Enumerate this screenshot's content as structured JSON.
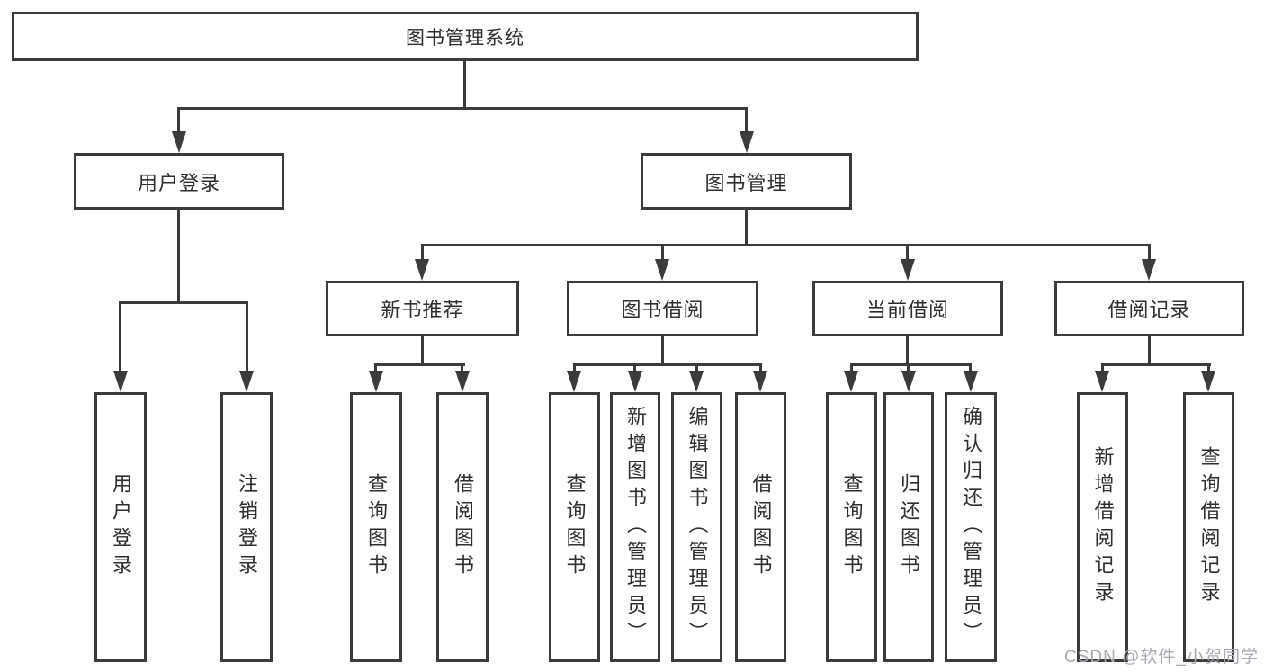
{
  "diagram": {
    "root": {
      "label": "图书管理系统"
    },
    "branches": [
      {
        "label": "用户登录",
        "children": [
          {
            "label": "用户登录"
          },
          {
            "label": "注销登录"
          }
        ]
      },
      {
        "label": "图书管理",
        "groups": [
          {
            "label": "新书推荐",
            "children": [
              {
                "label": "查询图书"
              },
              {
                "label": "借阅图书"
              }
            ]
          },
          {
            "label": "图书借阅",
            "children": [
              {
                "label": "查询图书"
              },
              {
                "label": "新增图书（管理员）"
              },
              {
                "label": "编辑图书（管理员）"
              },
              {
                "label": "借阅图书"
              }
            ]
          },
          {
            "label": "当前借阅",
            "children": [
              {
                "label": "查询图书"
              },
              {
                "label": "归还图书"
              },
              {
                "label": "确认归还（管理员）"
              }
            ]
          },
          {
            "label": "借阅记录",
            "children": [
              {
                "label": "新增借阅记录"
              },
              {
                "label": "查询借阅记录"
              }
            ]
          }
        ]
      }
    ]
  },
  "watermark": {
    "text": "CSDN @软件_小贺同学"
  },
  "colors": {
    "line": "#3b3b3b",
    "box_border": "#3b3b3b",
    "background": "#ffffff",
    "text": "#2e2e2e",
    "watermark": "#a6aab0"
  }
}
